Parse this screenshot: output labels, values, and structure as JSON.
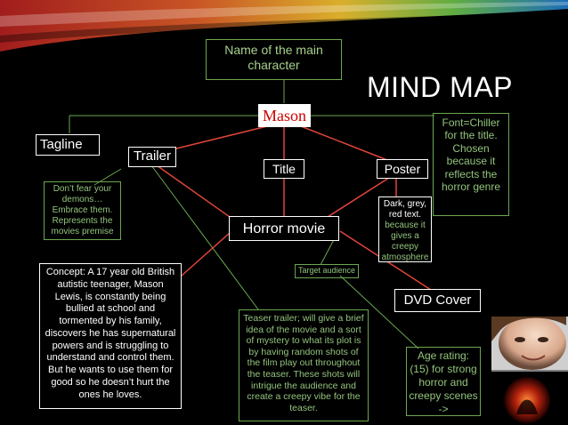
{
  "title": "MIND MAP",
  "nodes": {
    "main_character_label": "Name of the main character",
    "main_character_name": "Mason",
    "tagline": "Tagline",
    "tagline_detail": "Don’t fear your demons… Embrace them. Represents the movies premise",
    "trailer": "Trailer",
    "title": "Title",
    "poster": "Poster",
    "font_note": "Font=Chiller for the title. Chosen because it reflects the horror genre",
    "poster_colors": "Dark, grey, red text.",
    "poster_colors_reason": "because it gives a creepy atmosphere",
    "center": "Horror movie",
    "target_audience": "Target audience",
    "concept": "Concept: A 17 year old British autistic teenager, Mason Lewis, is constantly being bullied at school and tormented by his family, discovers he has supernatural powers and is struggling to understand and control them. But he wants to use them for good so he doesn’t hurt the ones he loves.",
    "teaser": "Teaser trailer; will give a brief idea of the movie and a sort of mystery to what its plot is by having random shots of the film play out throughout the teaser. These shots will intrigue the audience and create a creepy vibe for the teaser.",
    "dvd_cover": "DVD Cover",
    "age_rating": "Age rating: (15) for strong horror and creepy scenes ->"
  },
  "colors": {
    "background": "#000000",
    "connector": "#e0453a",
    "green_line": "#6aa84f",
    "green_text": "#93c47d",
    "mason_text": "#cc0000"
  }
}
